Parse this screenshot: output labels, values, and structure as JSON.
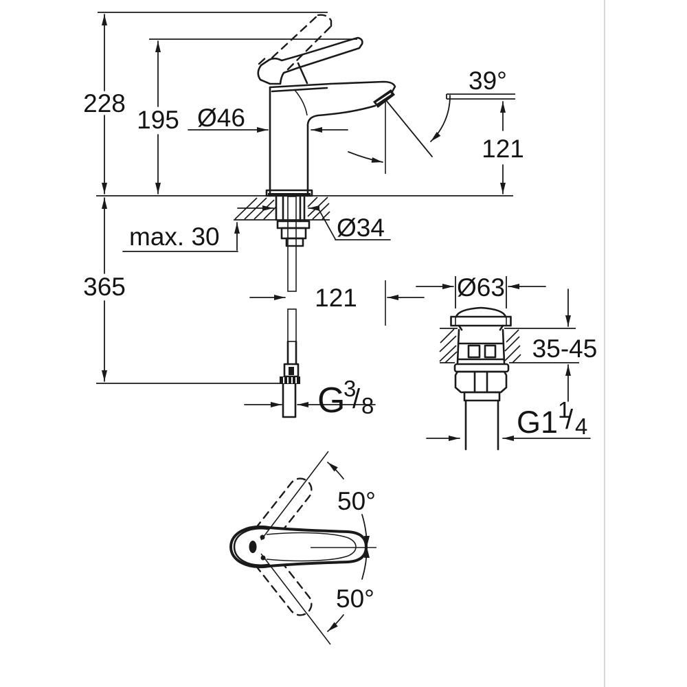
{
  "drawing_type": "faucet-dimension-technical-drawing",
  "colors": {
    "ink": "#1a1a1a",
    "background": "#ffffff",
    "page_edge": "#c9c9c9"
  },
  "labels": {
    "total_height": "228",
    "handle_height": "195",
    "body_diameter": "Ø46",
    "stream_angle": "39°",
    "spout_height": "121",
    "spout_reach": "121",
    "deck_max": "max. 30",
    "hole_diameter": "Ø34",
    "hose_length": "365",
    "drain_cap_diameter": "Ø63",
    "counter_thickness_range": "35-45",
    "swivel_upper": "50°",
    "swivel_lower": "50°",
    "hose_thread": {
      "prefix": "G",
      "numerator": "3",
      "separator": "/",
      "denominator": "8"
    },
    "drain_thread": {
      "prefix": "G1",
      "numerator": "1",
      "separator": "/",
      "denominator": "4"
    }
  }
}
